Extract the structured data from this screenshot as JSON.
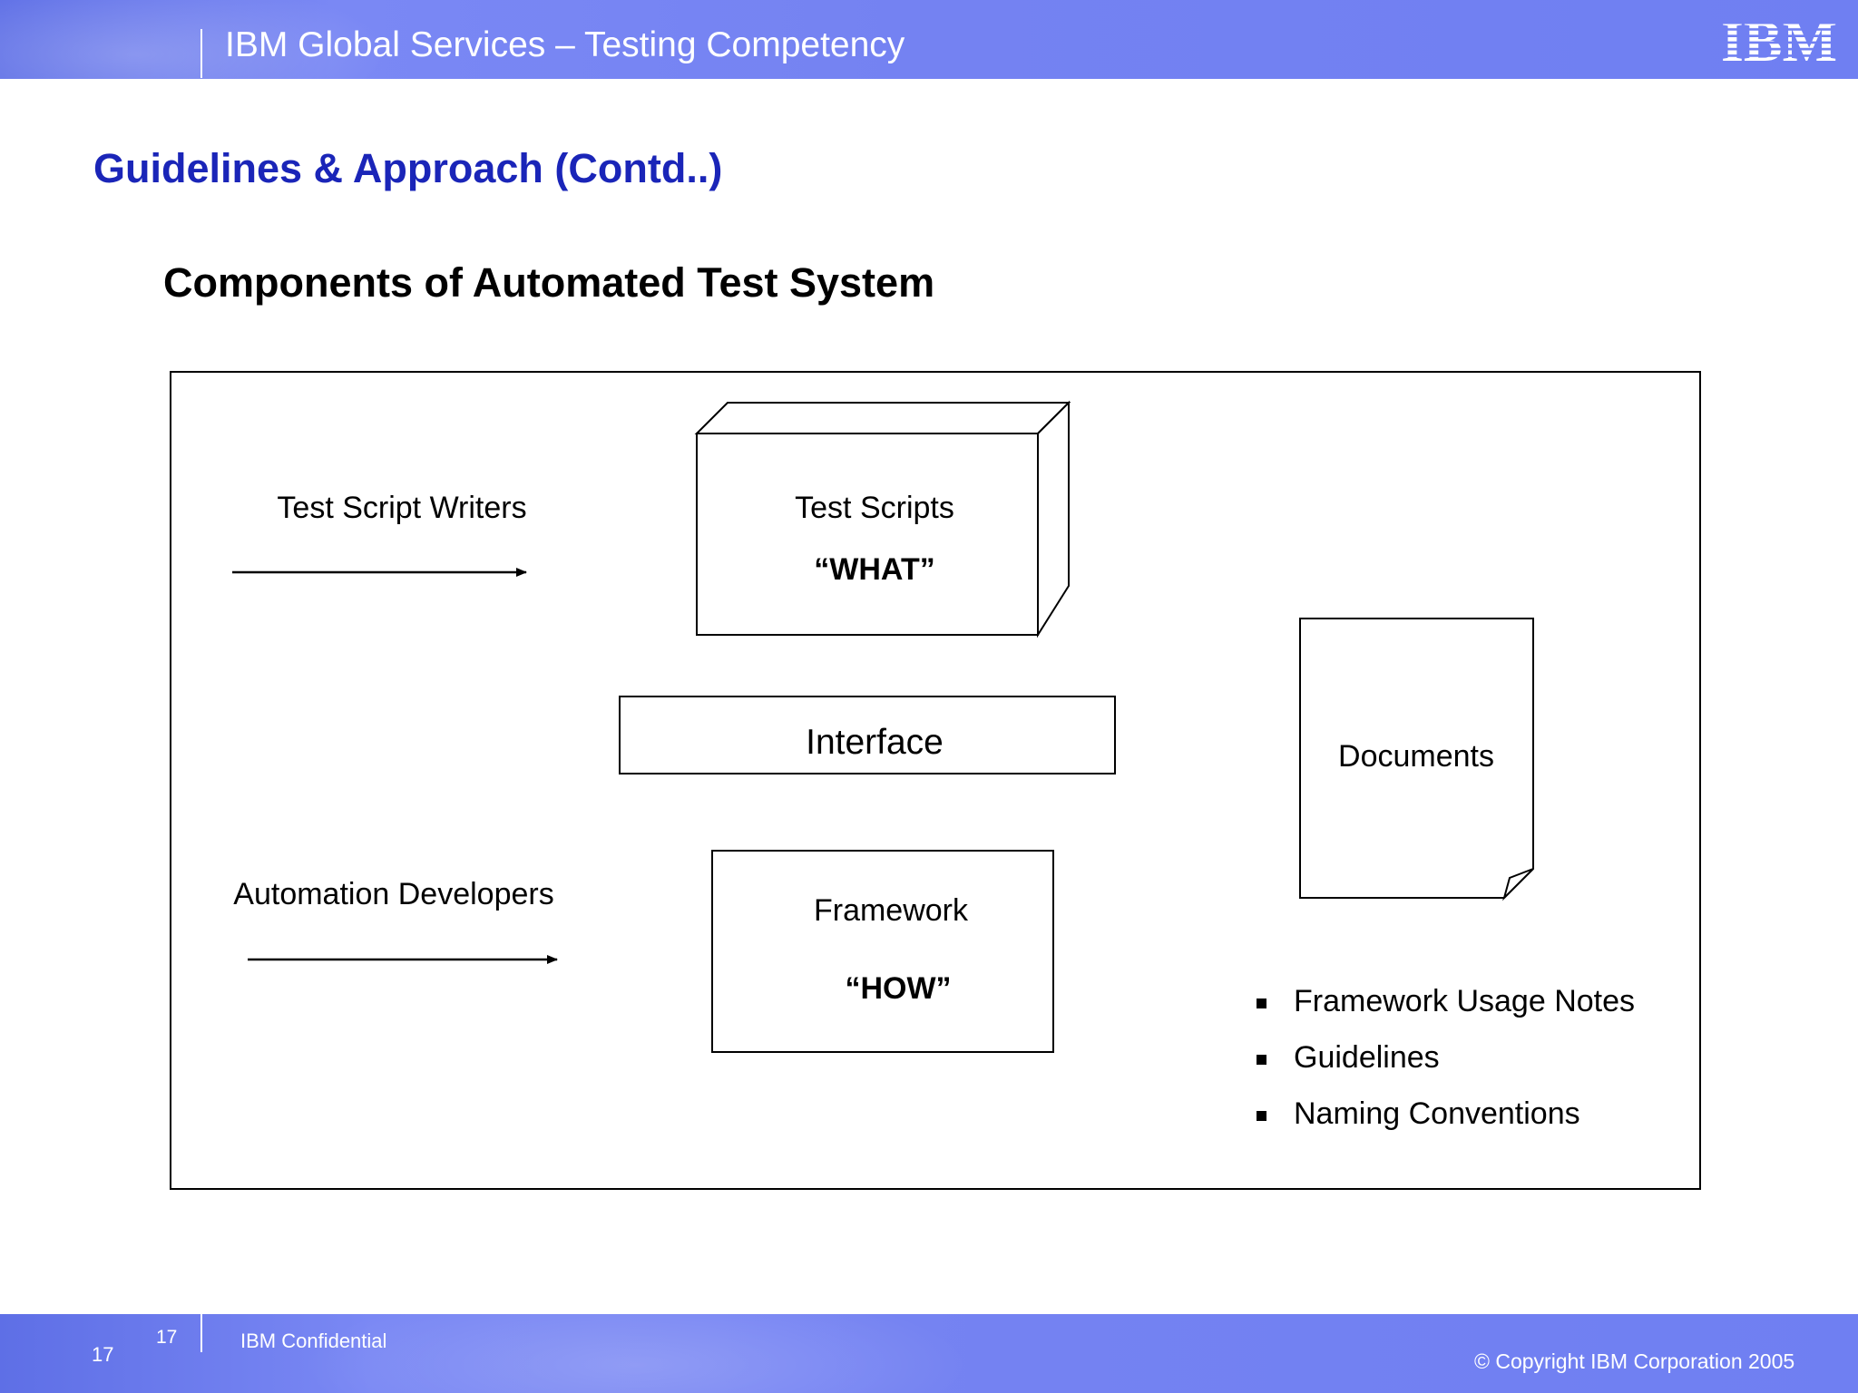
{
  "header": {
    "title": "IBM Global Services – Testing Competency",
    "logo_text": "IBM"
  },
  "slide": {
    "title": "Guidelines & Approach (Contd..)",
    "subtitle": "Components of Automated Test System"
  },
  "diagram": {
    "writers_label": "Test Script Writers",
    "developers_label": "Automation Developers",
    "test_scripts": {
      "label": "Test Scripts",
      "tag": "“WHAT”"
    },
    "interface": {
      "label": "Interface"
    },
    "framework": {
      "label": "Framework",
      "tag": "“HOW”"
    },
    "documents": {
      "label": "Documents"
    },
    "document_items": [
      "Framework Usage Notes",
      "Guidelines",
      "Naming Conventions"
    ]
  },
  "footer": {
    "page_number": "17",
    "page_number_small": "17",
    "confidential": "IBM Confidential",
    "copyright": "© Copyright IBM Corporation 2005"
  },
  "colors": {
    "header_bar": "#7482f2",
    "title_blue": "#1a25b8"
  }
}
